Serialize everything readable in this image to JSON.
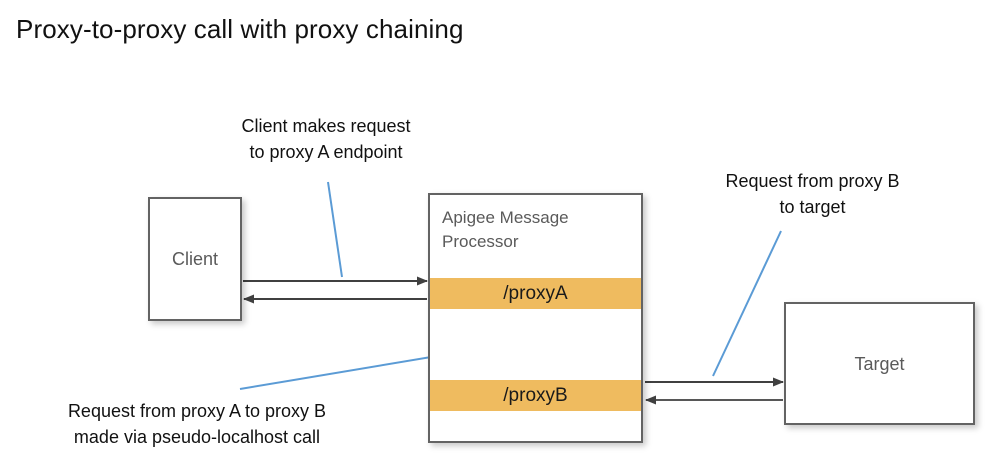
{
  "title": "Proxy-to-proxy call with proxy chaining",
  "colors": {
    "proxy_band": "#efbb5f",
    "box_border": "#636363",
    "leader_line": "#5b9bd5",
    "arrow": "#404040",
    "node_text": "#5a5a5a",
    "title_text": "#111111",
    "background": "#ffffff"
  },
  "nodes": {
    "client": {
      "label": "Client"
    },
    "message_processor": {
      "label_line1": "Apigee Message",
      "label_line2": "Processor",
      "label": "Apigee Message Processor",
      "proxy_a": "/proxyA",
      "proxy_b": "/proxyB"
    },
    "target": {
      "label": "Target"
    }
  },
  "annotations": {
    "client_request": {
      "line1": "Client makes request",
      "line2": "to proxy A endpoint"
    },
    "target_request": {
      "line1": "Request from proxy B",
      "line2": "to target"
    },
    "chaining_request": {
      "line1": "Request from proxy A to proxy B",
      "line2": "made via pseudo-localhost call"
    }
  },
  "edges": [
    {
      "name": "client-to-proxyA",
      "direction": "right",
      "from": "client",
      "to": "proxyA"
    },
    {
      "name": "proxyA-to-client",
      "direction": "left",
      "from": "proxyA",
      "to": "client"
    },
    {
      "name": "proxyA-to-proxyB",
      "direction": "down",
      "from": "proxyA",
      "to": "proxyB"
    },
    {
      "name": "proxyB-to-proxyA",
      "direction": "up",
      "from": "proxyB",
      "to": "proxyA"
    },
    {
      "name": "proxyB-to-target",
      "direction": "right",
      "from": "proxyB",
      "to": "target"
    },
    {
      "name": "target-to-proxyB",
      "direction": "left",
      "from": "target",
      "to": "proxyB"
    }
  ]
}
